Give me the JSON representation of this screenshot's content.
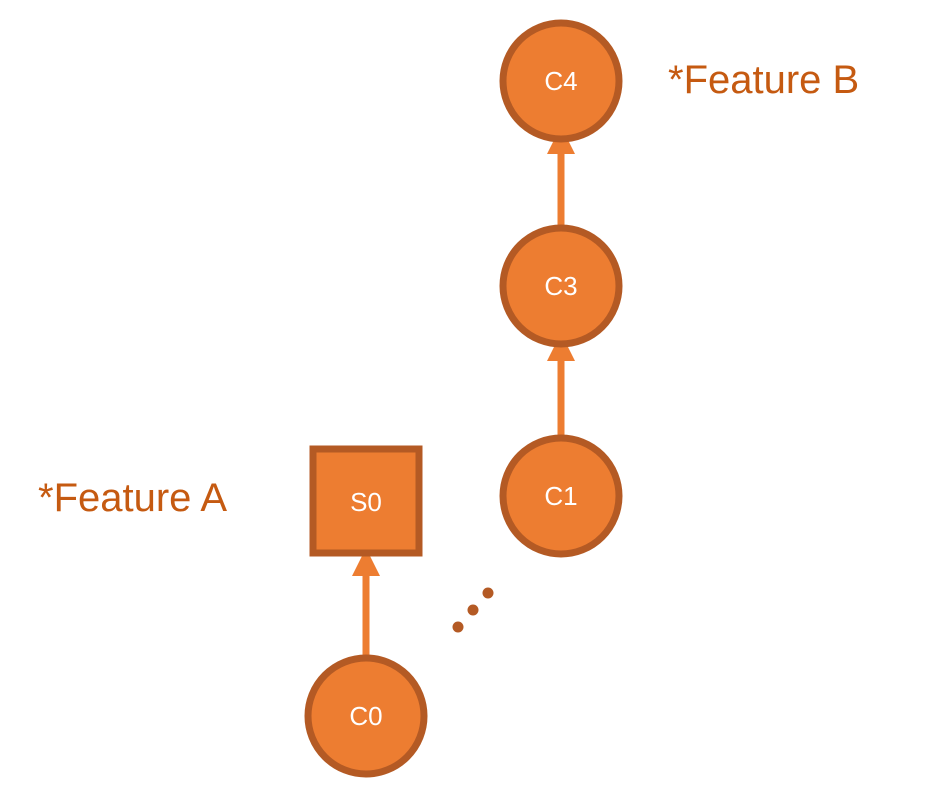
{
  "colors": {
    "node_fill": "#ED7D31",
    "node_stroke": "#B45A24",
    "arrow": "#ED7D31",
    "label": "#C55A11",
    "ellipsis": "#B45A24",
    "background": "#FFFFFF"
  },
  "nodes": {
    "c0": {
      "label": "C0",
      "shape": "circle"
    },
    "s0": {
      "label": "S0",
      "shape": "square"
    },
    "c1": {
      "label": "C1",
      "shape": "circle"
    },
    "c3": {
      "label": "C3",
      "shape": "circle"
    },
    "c4": {
      "label": "C4",
      "shape": "circle"
    }
  },
  "edges": [
    {
      "from": "C0",
      "to": "S0"
    },
    {
      "from": "C1",
      "to": "C3"
    },
    {
      "from": "C3",
      "to": "C4"
    }
  ],
  "branches": {
    "feature_a": {
      "label": "*Feature A",
      "points_to": "S0"
    },
    "feature_b": {
      "label": "*Feature B",
      "points_to": "C4"
    }
  },
  "gap_marker": {
    "label": "ellipsis",
    "meaning": "commits omitted between C0 and C1"
  }
}
